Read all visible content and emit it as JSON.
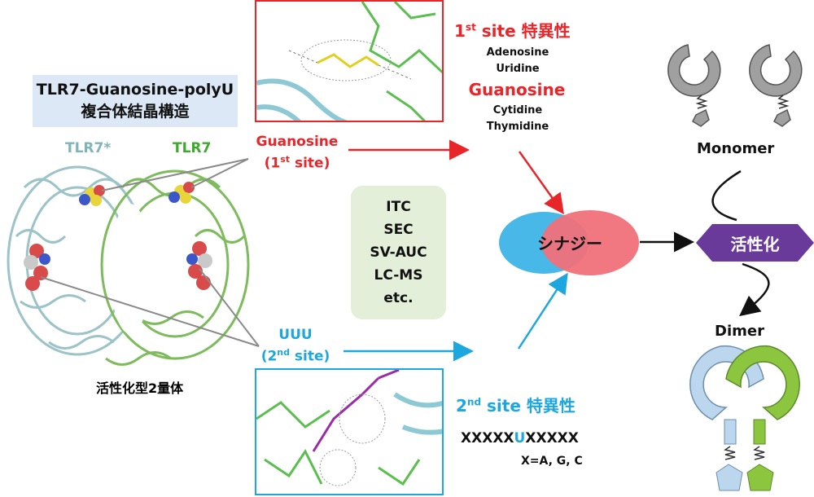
{
  "complex_title": {
    "line1": "TLR7-Guanosine-polyU",
    "line2": "複合体結晶構造"
  },
  "tlr7_star_label": "TLR7*",
  "tlr7_label": "TLR7",
  "guanosine_label": {
    "name": "Guanosine",
    "site_prefix": "(1",
    "site_sup": "st",
    "site_suffix": " site)"
  },
  "uuu_label": {
    "name": "UUU",
    "site_prefix": "(2",
    "site_sup": "nd",
    "site_suffix": " site)"
  },
  "dimer_caption": "活性化型2量体",
  "methods": [
    "ITC",
    "SEC",
    "SV-AUC",
    "LC-MS",
    "etc."
  ],
  "site1_title": {
    "num": "1",
    "sup": "st",
    "rest": " site 特異性"
  },
  "site1_list": [
    "Adenosine",
    "Uridine"
  ],
  "site1_highlight": "Guanosine",
  "site1_list2": [
    "Cytidine",
    "Thymidine"
  ],
  "site2_title": {
    "num": "2",
    "sup": "nd",
    "rest": " site 特異性"
  },
  "sequence": {
    "left": "XXXXX",
    "mid": "U",
    "right": "XXXXX"
  },
  "sequence_note": "X=A, G, C",
  "synergy_label": "シナジー",
  "monomer_label": "Monomer",
  "dimer_label": "Dimer",
  "activation_label": "活性化",
  "colors": {
    "red": "#e8262a",
    "cyan": "#1ea7df",
    "green": "#3ea82e",
    "blue_light": "#bcd6ee",
    "green_fill": "#8cc63f",
    "purple": "#6a3a9b"
  }
}
